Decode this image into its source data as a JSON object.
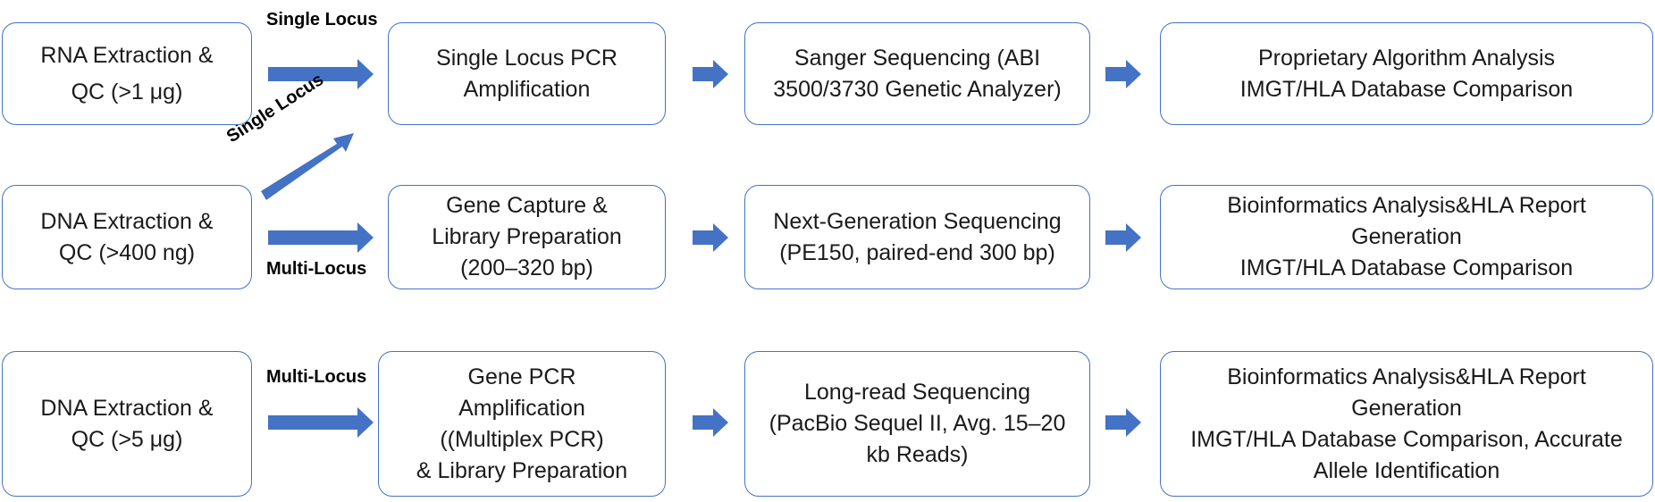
{
  "colors": {
    "border": "#4472c4",
    "arrow": "#4472c4",
    "text": "#1a1a1a"
  },
  "rows": [
    {
      "extraction": [
        "RNA Extraction &",
        "QC (>1 μg)"
      ],
      "step2": [
        "Single Locus PCR",
        "Amplification"
      ],
      "step3": [
        "Sanger Sequencing (ABI",
        "3500/3730 Genetic Analyzer)"
      ],
      "step4": [
        "Proprietary Algorithm Analysis",
        "IMGT/HLA Database Comparison"
      ]
    },
    {
      "extraction": [
        "DNA Extraction &",
        "QC (>400 ng)"
      ],
      "step2": [
        "Gene Capture &",
        "Library Preparation",
        "(200–320 bp)"
      ],
      "step3": [
        "Next-Generation Sequencing",
        "(PE150, paired-end 300 bp)"
      ],
      "step4": [
        "Bioinformatics Analysis&HLA Report",
        "Generation",
        "IMGT/HLA Database Comparison"
      ]
    },
    {
      "extraction": [
        "DNA Extraction &",
        "QC (>5 μg)"
      ],
      "step2": [
        "Gene PCR",
        "Amplification",
        "((Multiplex PCR)",
        "& Library Preparation"
      ],
      "step3": [
        "Long-read Sequencing",
        "(PacBio Sequel II, Avg. 15–20",
        "kb Reads)"
      ],
      "step4": [
        "Bioinformatics Analysis&HLA Report",
        "Generation",
        "IMGT/HLA Database Comparison, Accurate",
        "Allele Identification"
      ]
    }
  ],
  "arrow_labels": {
    "row1_single_locus": "Single Locus",
    "diagonal_single_locus": "Single Locus",
    "row2_multi_locus": "Multi-Locus",
    "row3_multi_locus": "Multi-Locus"
  }
}
